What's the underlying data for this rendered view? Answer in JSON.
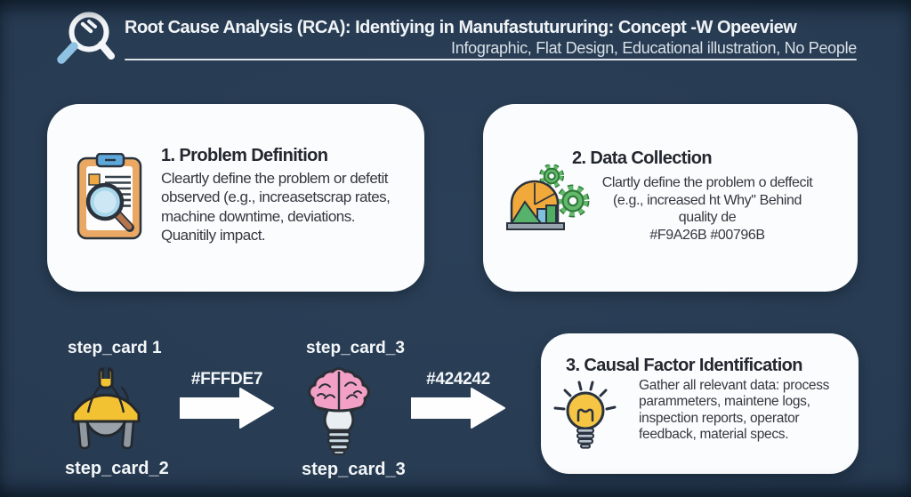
{
  "colors": {
    "background_navy": "#273B52",
    "card_white": "#FBFCFD",
    "heading_text": "#23272F",
    "body_text": "#34383F",
    "header_text": "#F3F6F9",
    "accent_yellow": "#F2C233",
    "accent_pink": "#F2A0C6",
    "accent_green": "#63B86B",
    "accent_orange": "#F2A93B",
    "accent_blue": "#7FC0DE",
    "arrow_white": "#FEFEFE"
  },
  "header": {
    "icon": "magnifier-icon",
    "title": "Root Cause Analysis (RCA): Identiying in Manufastutururing: Concept -W Opeeview",
    "subtitle": "Infographic, Flat Design, Educational illustration, No People"
  },
  "cards": [
    {
      "id": "problem-definition",
      "icon": "clipboard-magnifier-icon",
      "heading": "1. Problem Definition",
      "body": "Cleartly define the problem or defetit\nobserved (e.g., increasetscrap rates,\nmachine downtime, deviations.\nQuanitily impact."
    },
    {
      "id": "data-collection",
      "icon": "chart-gears-icon",
      "heading": "2. Data Collection",
      "body": "Clartly define the problem o deffecit\n(e.g., increased ht Why\" Behind\nquality de\n#F9A26B #00796B"
    },
    {
      "id": "causal-factor-identification",
      "icon": "lightbulb-icon",
      "heading": "3. Causal Factor Identification",
      "body": "Gather all relevant data: process\nparammeters, maintene logs,\ninspection reports, operator\nfeedback, material specs."
    }
  ],
  "flow": {
    "step1": {
      "top_label": "step_card 1",
      "bottom_label": "step_card_2",
      "icon": "hard-hat-icon"
    },
    "arrow1_label": "#FFFDE7",
    "step2": {
      "top_label": "step_card_3",
      "bottom_label": "step_card_3",
      "icon": "brain-bulb-icon"
    },
    "arrow2_label": "#424242"
  }
}
